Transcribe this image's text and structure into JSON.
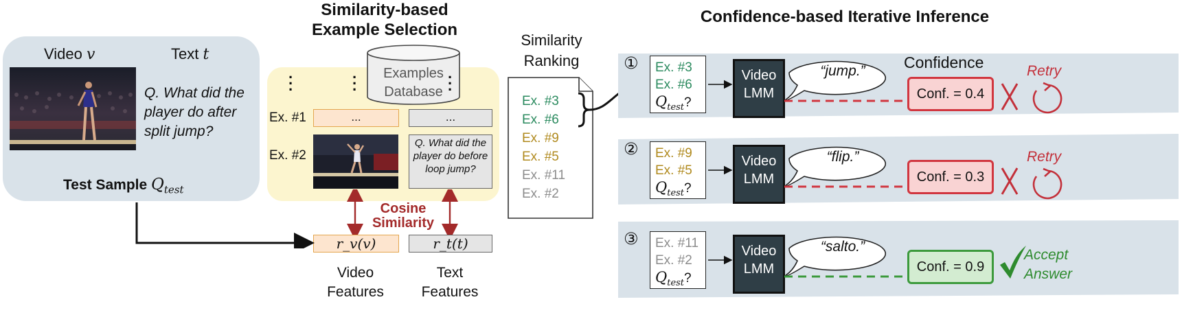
{
  "test_sample": {
    "video_label": "Video",
    "video_var": "v",
    "text_label": "Text",
    "text_var": "t",
    "question": "Q. What did the player do after split jump?",
    "title": "Test Sample",
    "title_var": "Q",
    "title_sub": "test"
  },
  "selection": {
    "title_line1": "Similarity-based",
    "title_line2": "Example Selection",
    "db_line1": "Examples",
    "db_line2": "Database",
    "ex1_label": "Ex. #1",
    "ex2_label": "Ex. #2",
    "ellipsis": "...",
    "ex2_question": "Q. What did the player do before loop jump?",
    "cosine_line1": "Cosine",
    "cosine_line2": "Similarity",
    "rv": "r_v(v)",
    "rt": "r_t(t)",
    "video_features_1": "Video",
    "video_features_2": "Features",
    "text_features_1": "Text",
    "text_features_2": "Features"
  },
  "ranking": {
    "title_line1": "Similarity",
    "title_line2": "Ranking",
    "items": [
      {
        "label": "Ex. #3",
        "color": "#2a8a5e"
      },
      {
        "label": "Ex. #6",
        "color": "#2a8a5e"
      },
      {
        "label": "Ex. #9",
        "color": "#b08a1e"
      },
      {
        "label": "Ex. #5",
        "color": "#b08a1e"
      },
      {
        "label": "Ex. #11",
        "color": "#8c8c8c"
      },
      {
        "label": "Ex. #2",
        "color": "#8c8c8c"
      }
    ]
  },
  "inference": {
    "title": "Confidence-based Iterative Inference",
    "confidence_header": "Confidence",
    "lmm_line1": "Video",
    "lmm_line2": "LMM",
    "q_test": "Q",
    "q_test_sub": "test",
    "q_mark": "?",
    "steps": [
      {
        "num": "①",
        "ex_a": "Ex. #3",
        "ex_b": "Ex. #6",
        "ex_color": "#2a8a5e",
        "answer": "“jump.”",
        "conf": "Conf. = 0.4",
        "result": "Retry",
        "status": "retry"
      },
      {
        "num": "②",
        "ex_a": "Ex. #9",
        "ex_b": "Ex. #5",
        "ex_color": "#b08a1e",
        "answer": "“flip.”",
        "conf": "Conf. = 0.3",
        "result": "Retry",
        "status": "retry"
      },
      {
        "num": "③",
        "ex_a": "Ex. #11",
        "ex_b": "Ex. #2",
        "ex_color": "#8c8c8c",
        "answer": "“salto.”",
        "conf": "Conf. = 0.9",
        "result_line1": "Accept",
        "result_line2": "Answer",
        "status": "accept"
      }
    ]
  },
  "colors": {
    "panel_blue": "#d9e2e9",
    "panel_yellow": "#fcf5cf",
    "feature_orange_fill": "#fde5cf",
    "feature_orange_border": "#e3a54e",
    "feature_gray_fill": "#e5e5e5",
    "lmm_fill": "#2f3e46",
    "conf_red_fill": "#f9d3d3",
    "conf_red_border": "#d1363f",
    "conf_green_fill": "#d3ecd1",
    "conf_green_border": "#3c9a3c",
    "accent_red": "#c3303a",
    "accent_green": "#2e8b2e",
    "cosine_red": "#a32a2a"
  }
}
